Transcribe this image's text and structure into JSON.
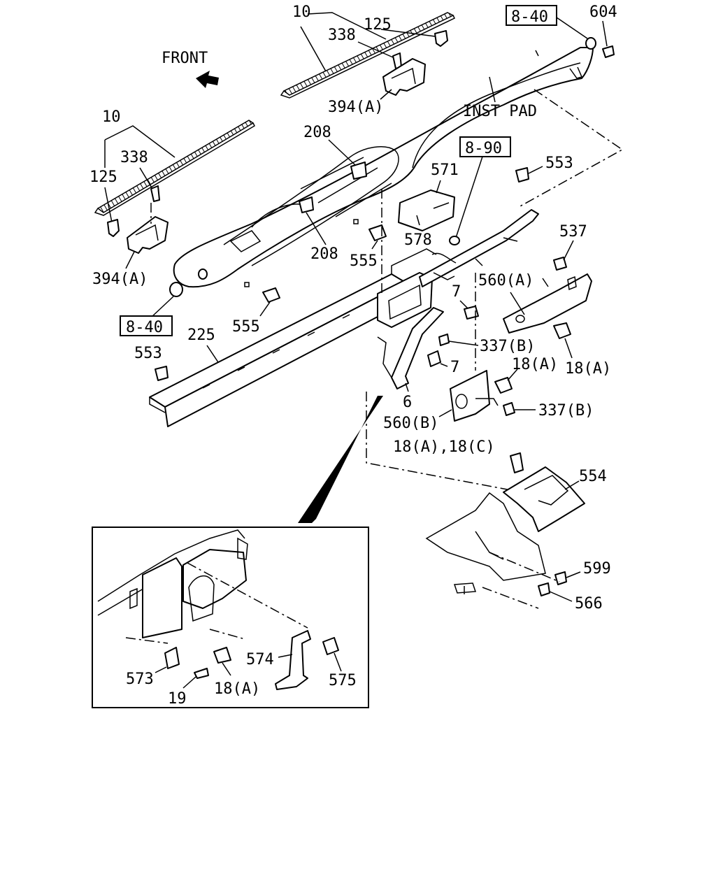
{
  "labels": {
    "front": "FRONT",
    "inst_pad": "INST PAD",
    "ref_8_40_top": "8-40",
    "ref_8_40_left": "8-40",
    "ref_8_90": "8-90",
    "p604": "604",
    "p10_top": "10",
    "p125_top": "125",
    "p338_top": "338",
    "p394a_top": "394(A)",
    "p10_left": "10",
    "p338_left": "338",
    "p125_left": "125",
    "p394a_left": "394(A)",
    "p208_top": "208",
    "p208_bottom": "208",
    "p571": "571",
    "p553_right": "553",
    "p537": "537",
    "p555_mid": "555",
    "p578": "578",
    "p560a": "560(A)",
    "p555_left": "555",
    "p7_top": "7",
    "p7_bottom": "7",
    "p337b_top": "337(B)",
    "p18a_1": "18(A)",
    "p18a_2": "18(A)",
    "p553_left": "553",
    "p225": "225",
    "p6": "6",
    "p560b": "560(B)",
    "p337b_bottom": "337(B)",
    "p18a_18c": "18(A),18(C)",
    "p554": "554",
    "p599": "599",
    "p566": "566",
    "inset": {
      "p574": "574",
      "p575": "575",
      "p573": "573",
      "p19": "19",
      "p18a": "18(A)"
    }
  }
}
